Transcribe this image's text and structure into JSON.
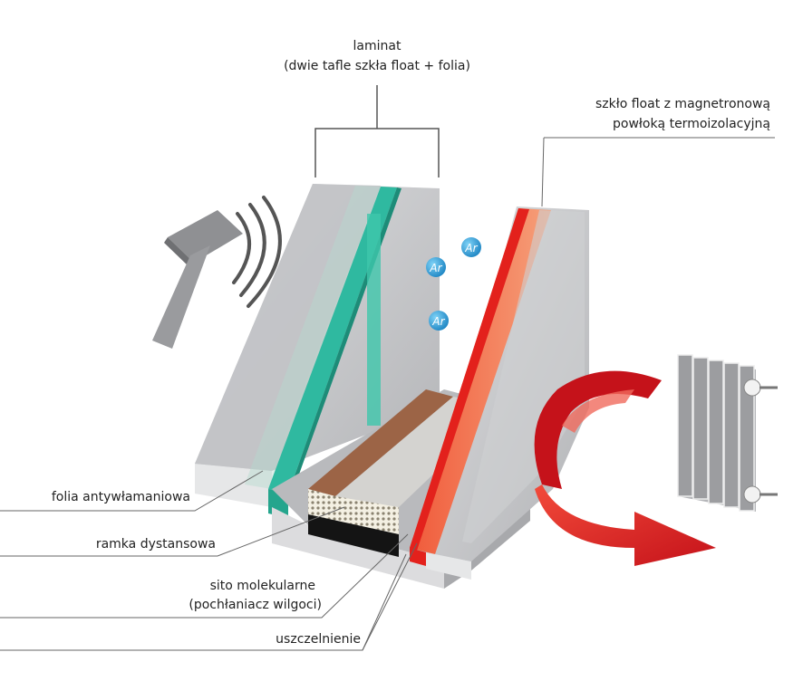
{
  "labels": {
    "laminate_title": "laminat",
    "laminate_sub": "(dwie tafle szkła float + folia)",
    "coated_line1": "szkło float z magnetronową",
    "coated_line2": "powłoką termoizolacyjną",
    "foil": "folia antywłamaniowa",
    "spacer": "ramka dystansowa",
    "sieve_line1": "sito molekularne",
    "sieve_line2": "(pochłaniacz wilgoci)",
    "seal": "uszczelnienie"
  },
  "gas": {
    "symbol": "Ar"
  },
  "colors": {
    "glass": "#c9cacc",
    "glass_dark": "#a5a6a9",
    "foil_green": "#2fb9a0",
    "coating_red": "#e8352c",
    "spacer_brown": "#9c6446",
    "arrow_red": "#e41f26",
    "argon_blue": "#2e9fd8"
  }
}
